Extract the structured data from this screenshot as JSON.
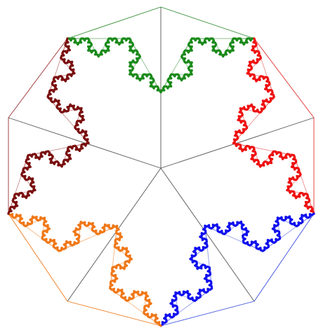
{
  "figure": {
    "kind": "koch-snowflake-style fractal star built from five arcs",
    "hub_color": "#555555",
    "arms": [
      {
        "name": "green",
        "color": "#1a8a1a",
        "line_color": "#2e8b2e"
      },
      {
        "name": "red",
        "color": "#ee1111",
        "line_color": "#e03030"
      },
      {
        "name": "blue",
        "color": "#1010ee",
        "line_color": "#3a4ee0"
      },
      {
        "name": "orange",
        "color": "#f07818",
        "line_color": "#f07818"
      },
      {
        "name": "darkred",
        "color": "#7a0e0e",
        "line_color": "#9a3030"
      }
    ],
    "depth": 3
  }
}
